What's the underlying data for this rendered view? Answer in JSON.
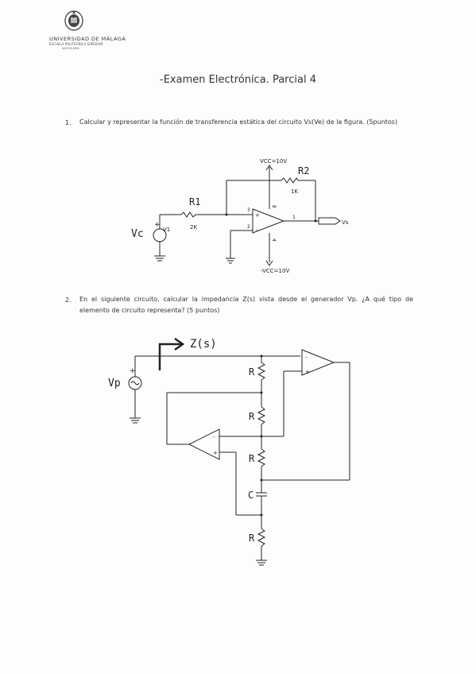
{
  "header": {
    "university_name": "UNIVERSIDAD DE MÁLAGA",
    "school_name": "ESCUELA POLITÉCNICA SUPERIOR",
    "location": "ANTEQUERA"
  },
  "title": "-Examen Electrónica. Parcial 4",
  "questions": [
    {
      "number": "1.",
      "text": "Calcular y representar la función de transferencia estática del circuito Vs(Ve) de la figura. (5puntos)"
    },
    {
      "number": "2.",
      "text": "En el siguiente circuito, calcular la impedancia Z(s) vista desde el generador Vp. ¿A qué tipo de elemento de circuito representa? (5 puntos)"
    }
  ],
  "circuit1": {
    "vcc_pos": "VCC=10V",
    "vcc_neg": "-VCC=10V",
    "r2_label": "R2",
    "r2_value": "1K",
    "r1_label": "R1",
    "r1_value": "2K",
    "source_label": "Vc",
    "source_name": "V1",
    "output_label": "Vs",
    "pin_noninv": "3",
    "pin_inv": "2",
    "pin_out": "1",
    "pin_vpos": "8",
    "pin_vneg": "4",
    "plus_sign": "+",
    "minus_sign": "-"
  },
  "circuit2": {
    "z_label": "Z(s)",
    "source_label": "Vp",
    "r_label": "R",
    "c_label": "C",
    "plus_sign": "+",
    "minus_sign": "-"
  }
}
